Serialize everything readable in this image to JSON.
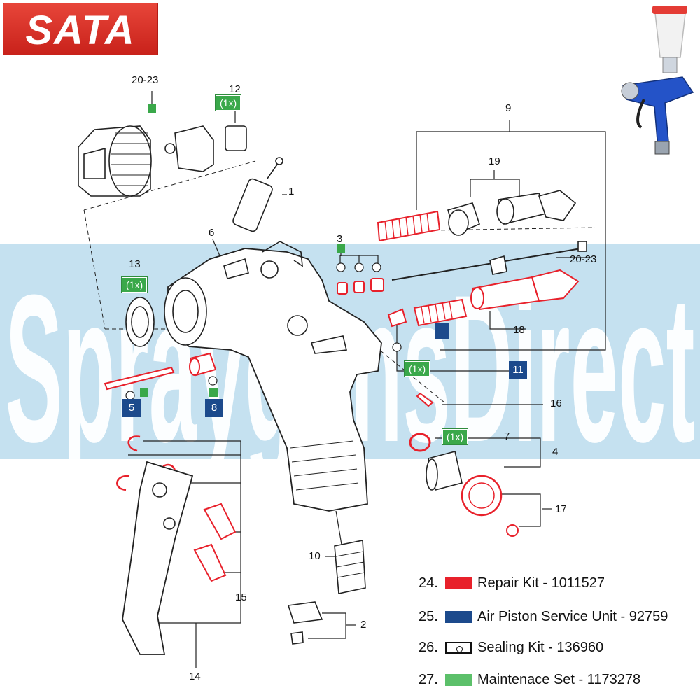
{
  "brand": {
    "logo_text": "SATA"
  },
  "watermark": {
    "text": "SpraygunsDirect"
  },
  "callouts": {
    "c_20_23_top": "20-23",
    "c_12": "12",
    "c_1": "1",
    "c_9": "9",
    "c_19": "19",
    "c_6": "6",
    "c_3": "3",
    "c_20_23_right": "20-23",
    "c_13": "13",
    "c_18": "18",
    "c_16": "16",
    "c_7": "7",
    "c_4": "4",
    "c_17": "17",
    "c_10": "10",
    "c_15": "15",
    "c_2": "2",
    "c_14": "14"
  },
  "qty_badges": {
    "b12": "(1x)",
    "b13": "(1x)",
    "b11": "(1x)",
    "b7": "(1x)"
  },
  "kit_boxes": {
    "n5": "5",
    "n8": "8",
    "n11": "11"
  },
  "legend": [
    {
      "num": "24.",
      "label": "Repair Kit - 1011527",
      "color": "#e8212b",
      "style": "fill"
    },
    {
      "num": "25.",
      "label": "Air Piston Service Unit - 92759",
      "color": "#1c4a8c",
      "style": "fill"
    },
    {
      "num": "26.",
      "label": "Sealing Kit - 136960",
      "color": "#ffffff",
      "style": "ring"
    },
    {
      "num": "27.",
      "label": "Maintenace Set - 1173278",
      "color": "#5cc06a",
      "style": "fill"
    }
  ],
  "colors": {
    "repair_red": "#e8212b",
    "air_piston_blue": "#1c4a8c",
    "maintenance_green": "#3aa84a",
    "watermark_band": "#96c8e4",
    "logo_red": "#d42b20"
  }
}
